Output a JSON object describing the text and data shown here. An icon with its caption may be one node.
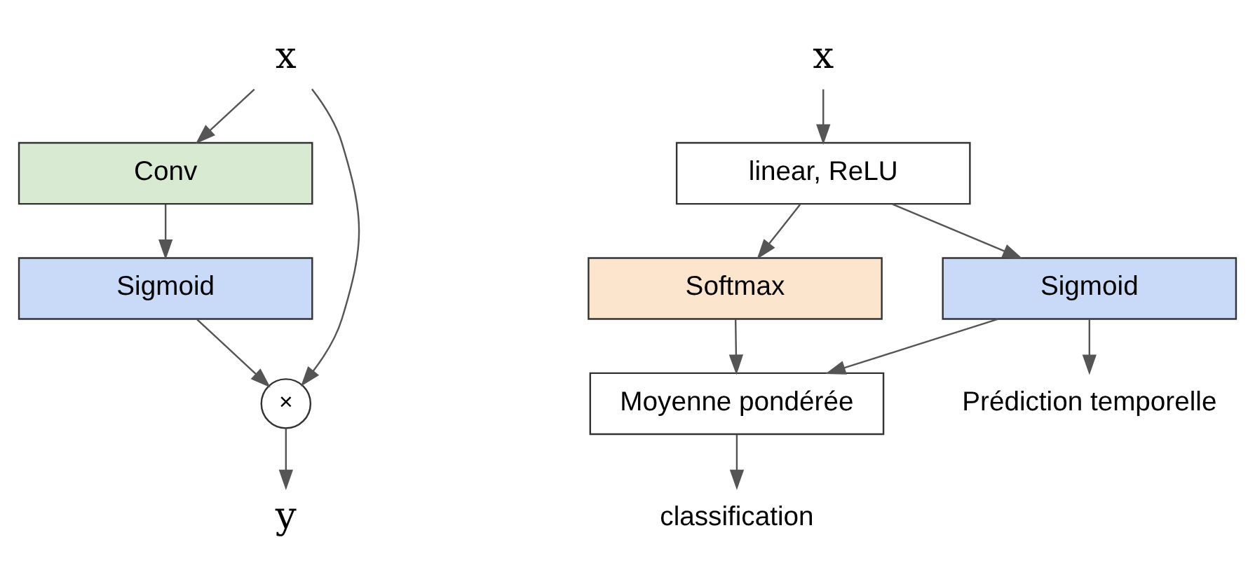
{
  "diagram": {
    "nodes": [
      {
        "text": [
          "x"
        ]
      },
      {
        "text": [
          "Conv"
        ]
      },
      {
        "text": [
          "Sigmoid"
        ]
      },
      {
        "text": [
          "×"
        ]
      },
      {
        "text": [
          "y"
        ]
      },
      {
        "text": [
          "x"
        ]
      },
      {
        "text": [
          "linear, ReLU"
        ]
      },
      {
        "text": [
          "Sigmoid"
        ]
      },
      {
        "text": [
          "Softmax"
        ]
      },
      {
        "text": [
          "Moyenne pondérée"
        ]
      },
      {
        "text": [
          "Prédiction temporelle"
        ]
      },
      {
        "text": [
          "classification"
        ]
      }
    ],
    "edges": [
      {
        "from": 0,
        "to": 1,
        "arrow": "to"
      },
      {
        "from": 0,
        "to": 3,
        "arrow": "to"
      },
      {
        "from": 1,
        "to": 2,
        "arrow": "to"
      },
      {
        "from": 2,
        "to": 3,
        "arrow": "to"
      },
      {
        "from": 3,
        "to": 4,
        "arrow": "to"
      },
      {
        "from": 5,
        "to": 6,
        "arrow": "to"
      },
      {
        "from": 6,
        "to": 7,
        "arrow": "to"
      },
      {
        "from": 6,
        "to": 8,
        "arrow": "to"
      },
      {
        "from": 7,
        "to": 9,
        "arrow": "to"
      },
      {
        "from": 7,
        "to": 10,
        "arrow": "to"
      },
      {
        "from": 8,
        "to": 9,
        "arrow": "to"
      },
      {
        "from": 9,
        "to": 11,
        "arrow": "to"
      }
    ]
  }
}
